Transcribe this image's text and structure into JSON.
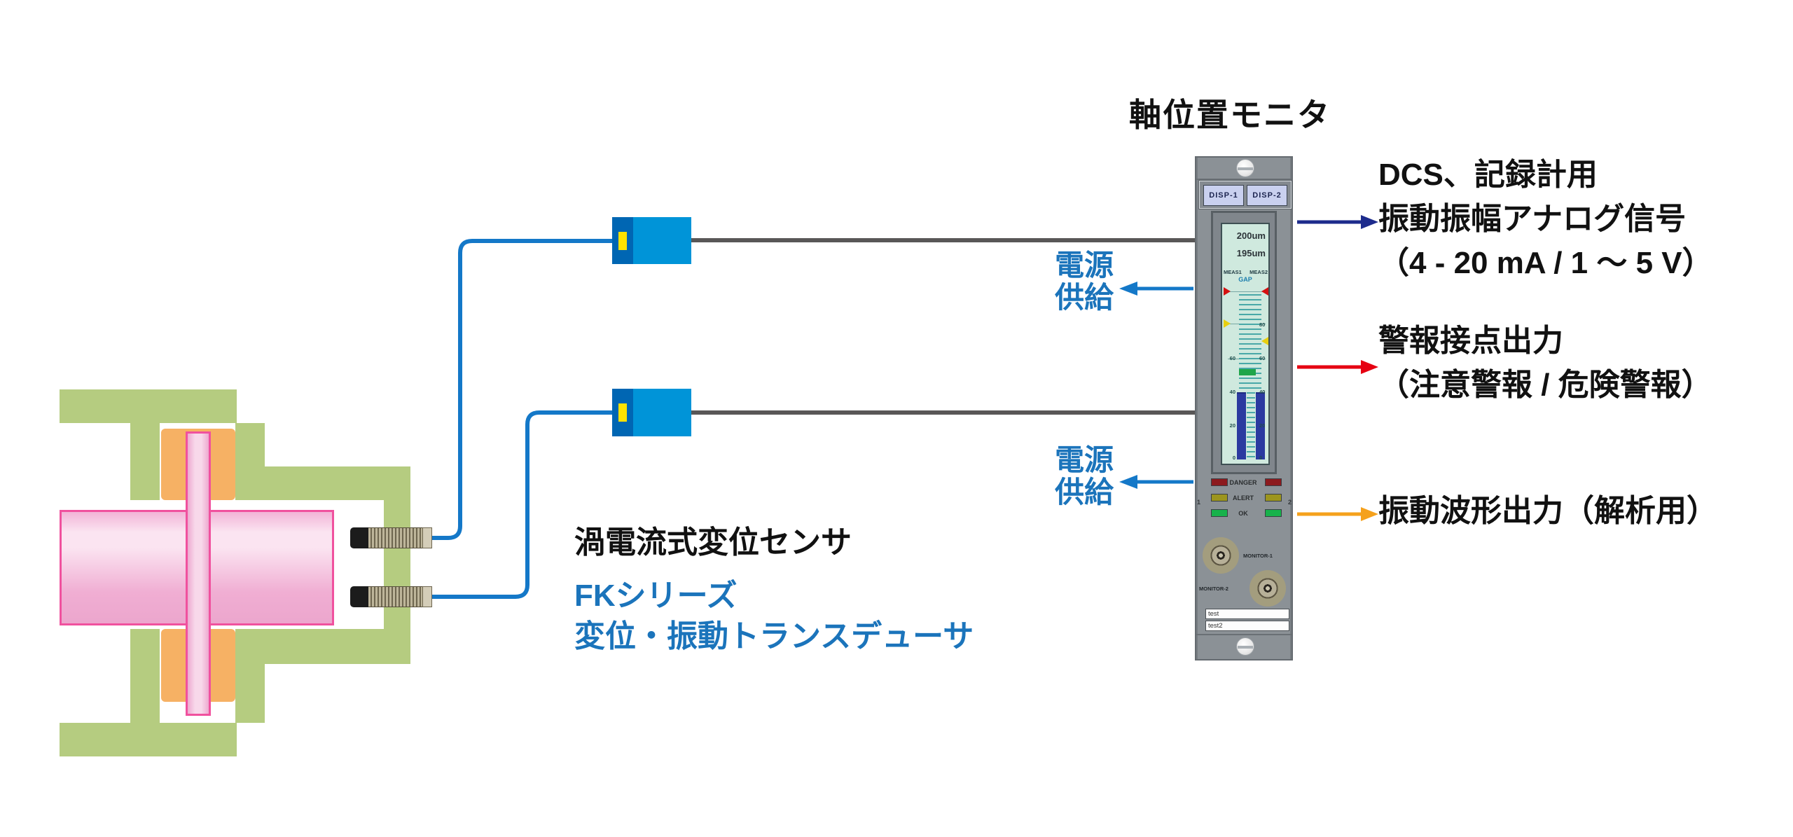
{
  "title": "軸位置モニタ",
  "labels": {
    "power_supply_1": "電源\n供給",
    "power_supply_2": "電源\n供給",
    "sensor": "渦電流式変位センサ",
    "transducer": "FKシリーズ\n変位・振動トランスデューサ"
  },
  "outputs": {
    "dcs": "DCS、記録計用\n振動振幅アナログ信号\n（4 - 20 mA / 1 ～ 5 V）",
    "alarm": "警報接点出力\n（注意警報 / 危険警報）",
    "waveform": "振動波形出力（解析用）"
  },
  "monitor": {
    "buttons": {
      "disp1": "DISP-1",
      "disp2": "DISP-2"
    },
    "display": {
      "reading1": "200um",
      "reading2": "195um",
      "meas1": "MEAS1",
      "meas2": "MEAS2",
      "gap": "GAP",
      "scale_left": [
        "60",
        "40",
        "20",
        "0"
      ],
      "scale_right": [
        "80",
        "60",
        "40",
        "20",
        "0"
      ]
    },
    "leds": {
      "danger": "DANGER",
      "alert": "ALERT",
      "ok": "OK",
      "ch1": "1",
      "ch2": "2"
    },
    "bnc": {
      "monitor1": "MONITOR-1",
      "monitor2": "MONITOR-2"
    },
    "strips": [
      "test",
      "test2"
    ]
  },
  "colors": {
    "housing_green": "#b5cc80",
    "bearing_orange": "#f6b164",
    "shaft_pink": "#f0aed3",
    "shaft_outline": "#f0519e",
    "cable_blue": "#1478c8",
    "box_dark_blue": "#0066b3",
    "box_light_blue": "#0094d8",
    "box_yellow": "#ffe200",
    "wire_gray": "#595757",
    "arrow_navy": "#1d2b8c",
    "arrow_red": "#e60012",
    "arrow_orange": "#f5a11c",
    "text_blue": "#1b74bb",
    "monitor_gray": "#8b9196",
    "screen_mint": "#cfe9de",
    "led_danger": "#8c1a1e",
    "led_alert": "#9c951e",
    "led_ok": "#17b24b"
  }
}
